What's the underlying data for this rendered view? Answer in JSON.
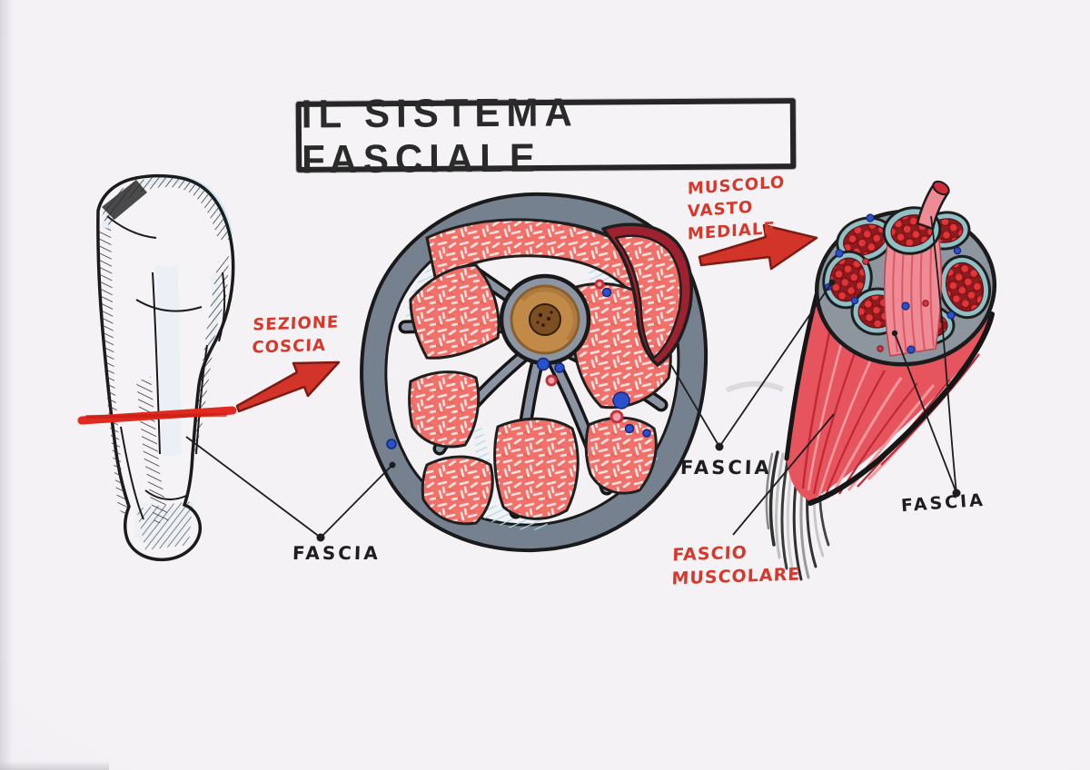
{
  "title": "IL SISTEMA FASCIALE",
  "labels": {
    "section_arrow": {
      "line1": "SEZIONE",
      "line2": "COSCIA"
    },
    "muscle_arrow": {
      "line1": "MUSCOLO",
      "line2": "VASTO",
      "line3": "MEDIALE"
    },
    "fascia_left": "FASCIA",
    "fascia_center": "FASCIA",
    "fascia_right": "FASCIA",
    "fascicle_label": {
      "line1": "FASCIO",
      "line2": "MUSCOLARE"
    }
  },
  "colors": {
    "accent_red": "#d2342a",
    "section_line_red": "#e02a1f",
    "dark_red_muscle": "#9e2130",
    "salmon_muscle": "#f1716a",
    "fascia_gray": "#7c8795",
    "bone_tan": "#c18a49",
    "bone_marrow": "#7d4f20",
    "perimysium_teal": "#8fc0c6",
    "vessel_blue": "#2b50cc",
    "ink_black": "#1d1d1d",
    "paper": "#f2f0f3",
    "light_blue_wash": "#c9e6f4"
  }
}
